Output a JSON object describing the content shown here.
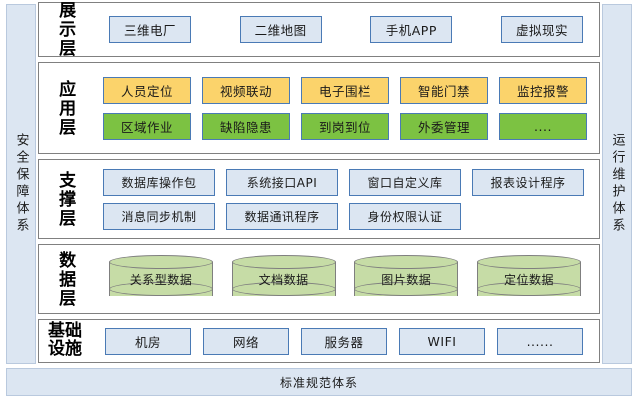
{
  "sides": {
    "left_label": "安全保障体系",
    "right_label": "运行维护体系"
  },
  "footer": {
    "label": "标准规范体系"
  },
  "layers": [
    {
      "key": "presentation",
      "label": "展示层",
      "rows": [
        {
          "items": [
            {
              "text": "三维电厂",
              "style": "blue"
            },
            {
              "text": "二维地图",
              "style": "blue"
            },
            {
              "text": "手机APP",
              "style": "blue"
            },
            {
              "text": "虚拟现实",
              "style": "blue"
            }
          ]
        }
      ]
    },
    {
      "key": "application",
      "label": "应用层",
      "rows": [
        {
          "items": [
            {
              "text": "人员定位",
              "style": "orange"
            },
            {
              "text": "视频联动",
              "style": "orange"
            },
            {
              "text": "电子围栏",
              "style": "orange"
            },
            {
              "text": "智能门禁",
              "style": "orange"
            },
            {
              "text": "监控报警",
              "style": "orange"
            }
          ]
        },
        {
          "items": [
            {
              "text": "区域作业",
              "style": "green"
            },
            {
              "text": "缺陷隐患",
              "style": "green"
            },
            {
              "text": "到岗到位",
              "style": "green"
            },
            {
              "text": "外委管理",
              "style": "green"
            },
            {
              "text": "....",
              "style": "green"
            }
          ]
        }
      ]
    },
    {
      "key": "support",
      "label": "支撑层",
      "rows": [
        {
          "items": [
            {
              "text": "数据库操作包",
              "style": "blue"
            },
            {
              "text": "系统接口API",
              "style": "blue"
            },
            {
              "text": "窗口自定义库",
              "style": "blue"
            },
            {
              "text": "报表设计程序",
              "style": "blue"
            }
          ]
        },
        {
          "items": [
            {
              "text": "消息同步机制",
              "style": "blue"
            },
            {
              "text": "数据通讯程序",
              "style": "blue"
            },
            {
              "text": "身份权限认证",
              "style": "blue"
            },
            {
              "text": "",
              "style": "spacer"
            }
          ]
        }
      ]
    },
    {
      "key": "data",
      "label": "数据层",
      "rows": [
        {
          "items": [
            {
              "text": "关系型数据",
              "style": "cylinder"
            },
            {
              "text": "文档数据",
              "style": "cylinder"
            },
            {
              "text": "图片数据",
              "style": "cylinder"
            },
            {
              "text": "定位数据",
              "style": "cylinder"
            }
          ]
        }
      ]
    },
    {
      "key": "infrastructure",
      "label": "基础设施",
      "rows": [
        {
          "items": [
            {
              "text": "机房",
              "style": "blue"
            },
            {
              "text": "网络",
              "style": "blue"
            },
            {
              "text": "服务器",
              "style": "blue"
            },
            {
              "text": "WIFI",
              "style": "blue"
            },
            {
              "text": "......",
              "style": "blue"
            }
          ]
        }
      ]
    }
  ],
  "colors": {
    "side_fill": "#dce6f2",
    "box_blue_fill": "#dce6f2",
    "box_blue_border": "#4a7ab5",
    "box_orange_fill": "#fbd36b",
    "box_green_fill": "#7cc242",
    "cylinder_fill": "#c6dca6",
    "cylinder_border": "#7f7f7f",
    "layer_border": "#808080"
  }
}
